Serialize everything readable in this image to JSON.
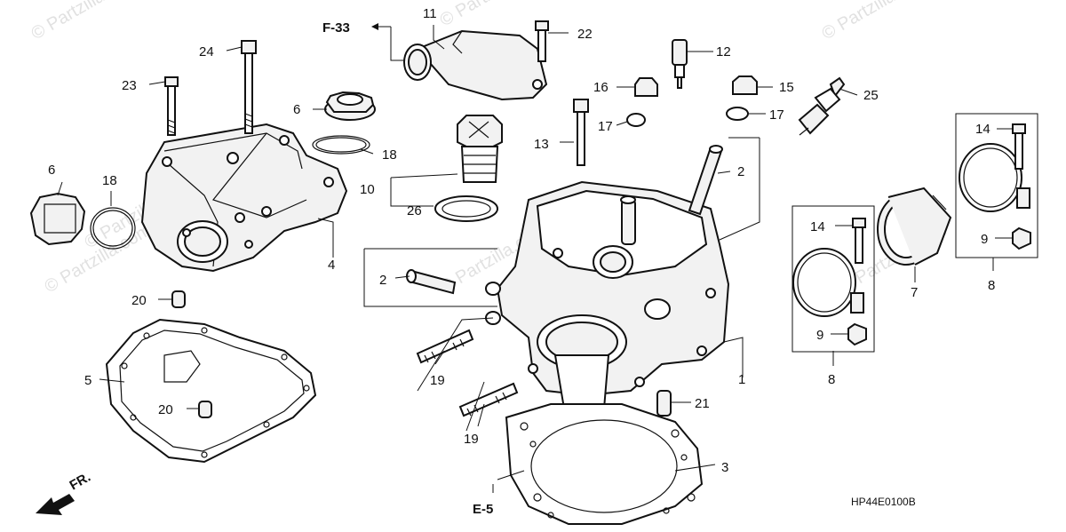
{
  "diagram_code": "HP44E0100B",
  "watermark": "© Partzilla.com",
  "references": {
    "f33": "F-33",
    "e5": "E-5",
    "front": "FR."
  },
  "callouts": {
    "c1": "1",
    "c2a": "2",
    "c2b": "2",
    "c3": "3",
    "c4": "4",
    "c5": "5",
    "c6a": "6",
    "c6b": "6",
    "c7": "7",
    "c8a": "8",
    "c8b": "8",
    "c9a": "9",
    "c9b": "9",
    "c10": "10",
    "c11": "11",
    "c12": "12",
    "c13": "13",
    "c14a": "14",
    "c14b": "14",
    "c15": "15",
    "c16": "16",
    "c17a": "17",
    "c17b": "17",
    "c18": "18",
    "c19a": "19",
    "c19b": "19",
    "c20a": "20",
    "c20b": "20",
    "c21": "21",
    "c22": "22",
    "c23": "23",
    "c24": "24",
    "c25": "25",
    "c26": "26"
  }
}
